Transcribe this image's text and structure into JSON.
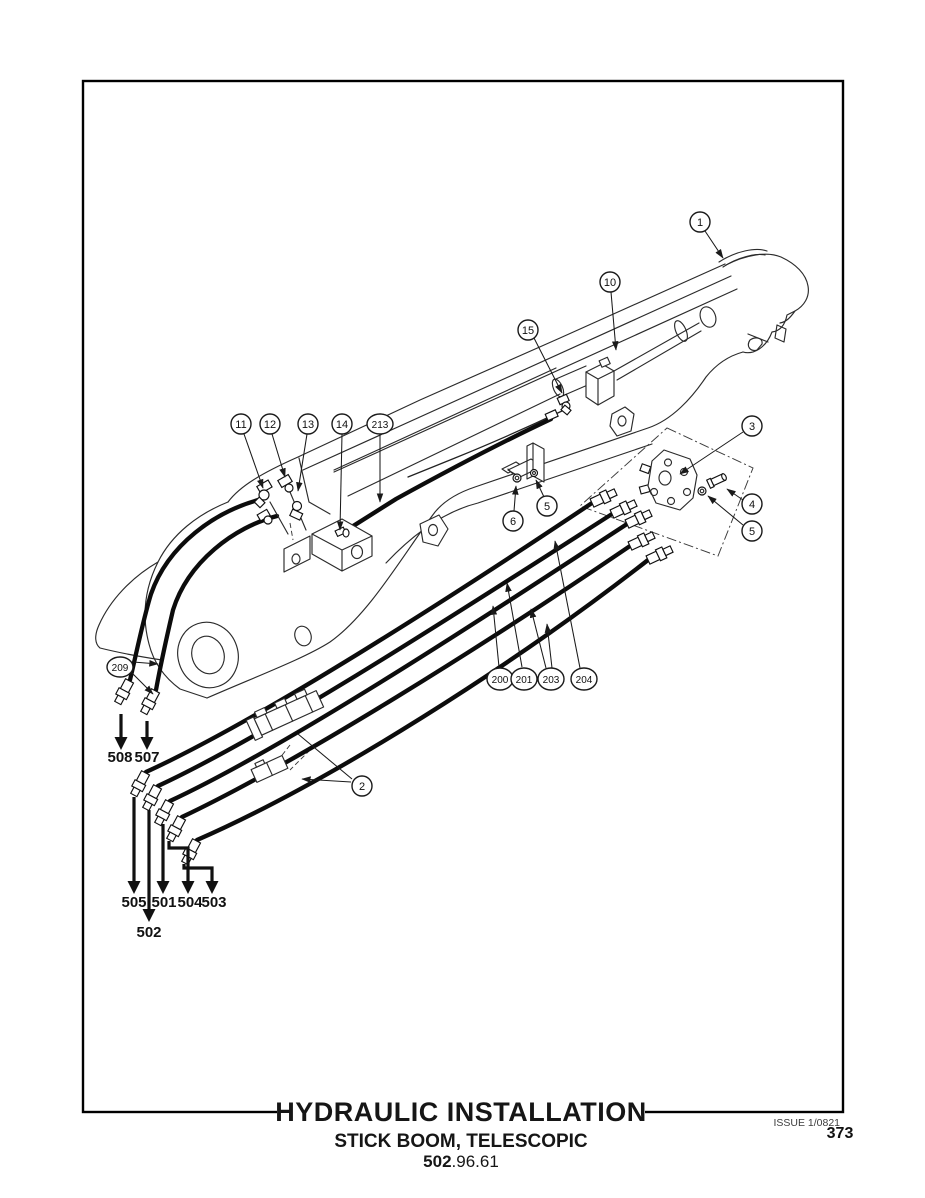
{
  "figure": {
    "title": "HYDRAULIC INSTALLATION",
    "subtitle": "STICK BOOM, TELESCOPIC",
    "code_bold": "502",
    "code_rest": ".96.61",
    "issue": "ISSUE 1/0821",
    "page_number": "373"
  },
  "colors": {
    "paper": "#ffffff",
    "line": "#2b2b2b",
    "hose": "#0c0c0c",
    "border": "#000000"
  },
  "callouts": {
    "c1": "1",
    "c2": "2",
    "c3": "3",
    "c4": "4",
    "c5": "5",
    "c6": "6",
    "c10": "10",
    "c11": "11",
    "c12": "12",
    "c13": "13",
    "c14": "14",
    "c15": "15",
    "c200": "200",
    "c201": "201",
    "c203": "203",
    "c204": "204",
    "c209": "209",
    "c213": "213"
  },
  "hose_labels": {
    "l508": "508",
    "l507": "507",
    "l505": "505",
    "l501": "501",
    "l504": "504",
    "l503": "503",
    "l502": "502"
  }
}
